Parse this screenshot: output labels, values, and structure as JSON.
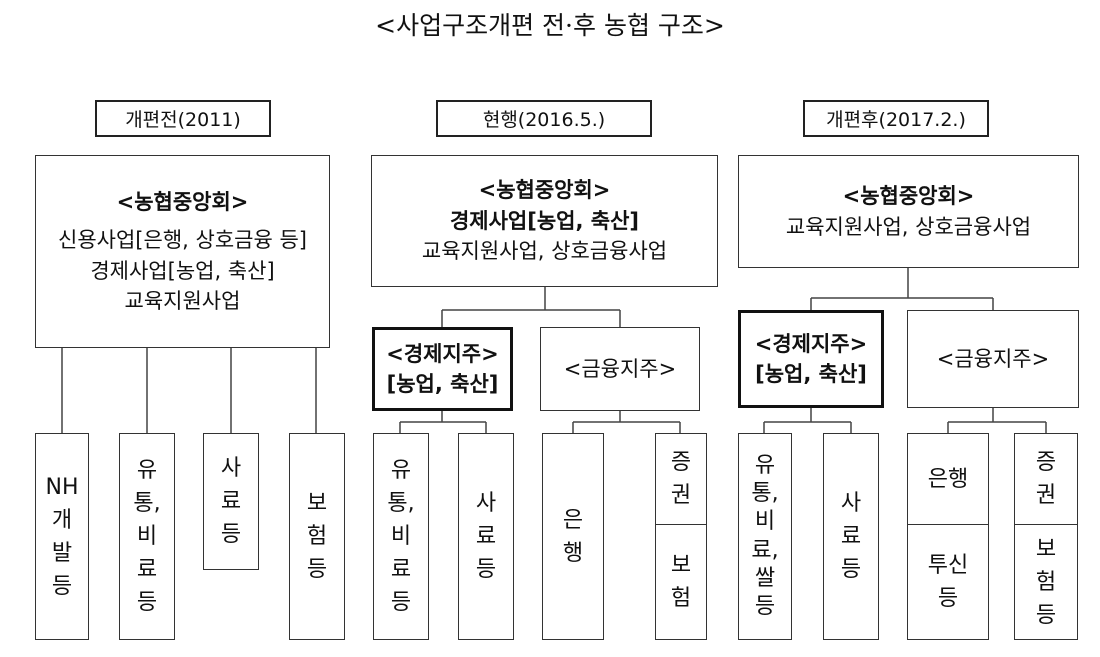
{
  "title": "<사업구조개편 전·후 농협 구조>",
  "columns": [
    {
      "label": "개편전(2011)",
      "top": {
        "name": "<농협중앙회>",
        "lines": "신용사업[은행, 상호금융 등]\n경제사업[농업, 축산]\n교육지원사업"
      },
      "children": [
        "NH\n개\n발\n등",
        "유\n통,\n비\n료\n등",
        "사\n료\n등",
        "보\n험\n등"
      ]
    },
    {
      "label": "현행(2016.5.)",
      "top": {
        "name": "<농협중앙회>",
        "bold_line": "경제사업[농업, 축산]",
        "lines": "교육지원사업, 상호금융사업"
      },
      "econ": "<경제지주>\n[농업, 축산]",
      "fin": "<금융지주>",
      "econ_children": [
        "유\n통,\n비\n료\n등",
        "사\n료\n등"
      ],
      "fin_children": {
        "bank": "은\n행",
        "split_top": "증\n권",
        "split_bottom": "보\n험"
      }
    },
    {
      "label": "개편후(2017.2.)",
      "top": {
        "name": "<농협중앙회>",
        "lines": "교육지원사업, 상호금융사업"
      },
      "econ": "<경제지주>\n[농업, 축산]",
      "fin": "<금융지주>",
      "econ_children": [
        "유\n통,\n비\n료,\n쌀\n등",
        "사\n료\n등"
      ],
      "fin_children": {
        "left_top": "은행",
        "left_bottom": "투신\n등",
        "right_top": "증\n권",
        "right_bottom": "보\n험\n등"
      }
    }
  ]
}
